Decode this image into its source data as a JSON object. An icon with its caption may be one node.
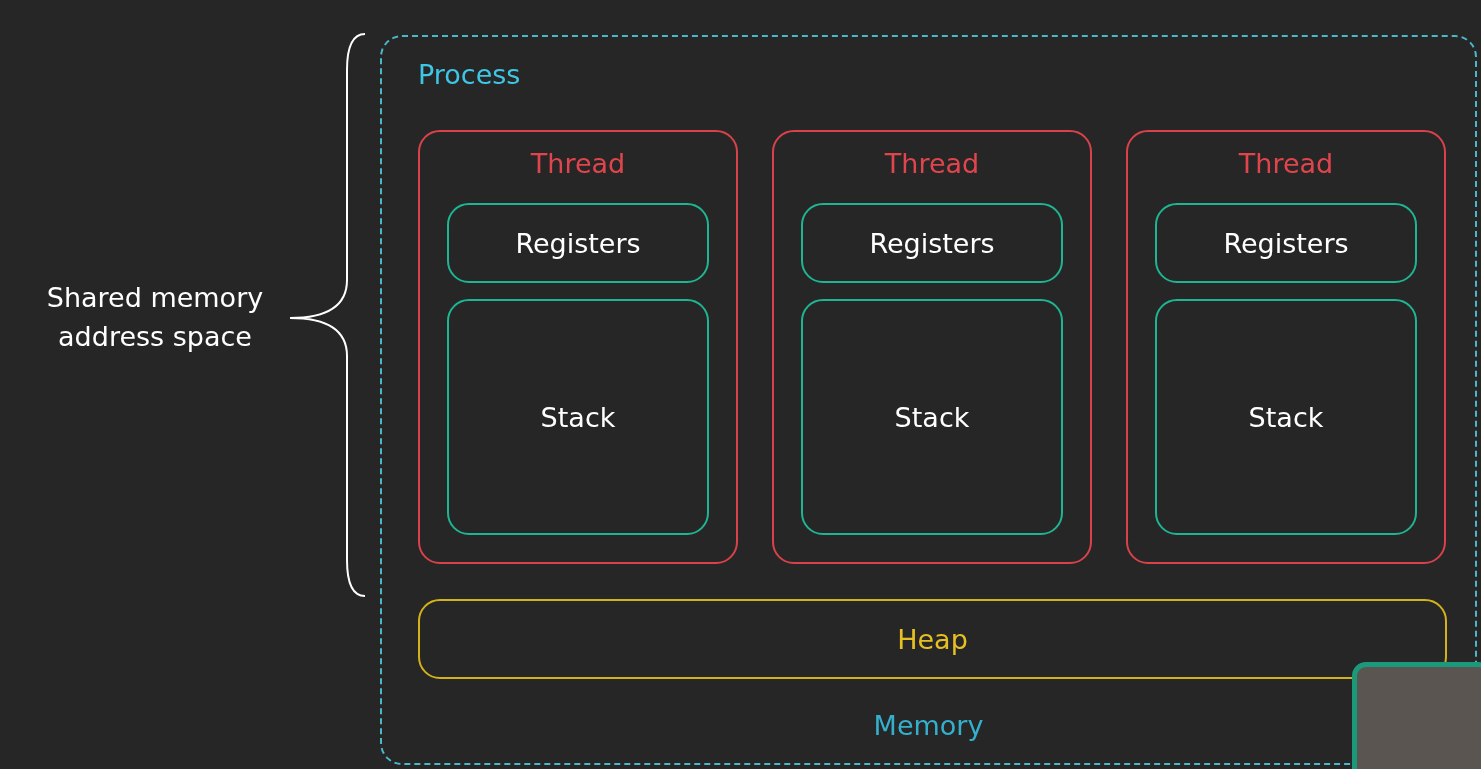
{
  "diagram": {
    "nodes": [
      {
        "text": [
          "Process",
          "Memory"
        ]
      },
      {
        "text": [
          "Thread"
        ],
        "in": 0
      },
      {
        "text": [
          "Registers"
        ],
        "in": 1
      },
      {
        "text": [
          "Stack"
        ],
        "in": 1
      },
      {
        "text": [
          "Thread"
        ],
        "in": 0
      },
      {
        "text": [
          "Registers"
        ],
        "in": 4
      },
      {
        "text": [
          "Stack"
        ],
        "in": 4
      },
      {
        "text": [
          "Thread"
        ],
        "in": 0
      },
      {
        "text": [
          "Registers"
        ],
        "in": 7
      },
      {
        "text": [
          "Stack"
        ],
        "in": 7
      },
      {
        "text": [
          "Heap"
        ],
        "in": 0
      }
    ],
    "labels": [
      "Shared memory address space"
    ]
  }
}
